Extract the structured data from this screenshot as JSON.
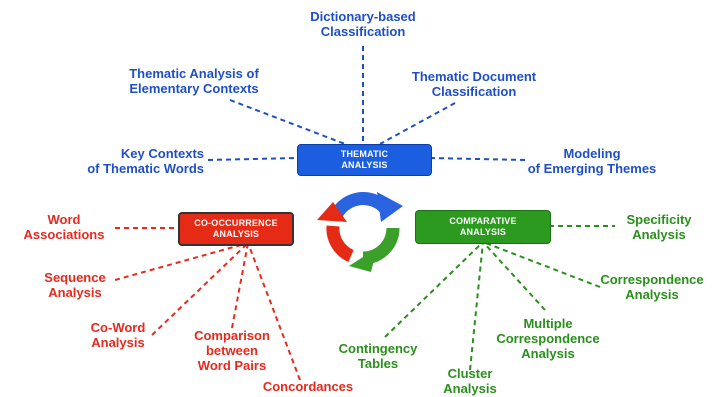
{
  "colors": {
    "thematic": "#1f4fc7",
    "cooccurrence": "#e8291e",
    "comparative": "#2a8f1c"
  },
  "center": {
    "thematic": {
      "line1": "THEMATIC",
      "line2": "ANALYSIS"
    },
    "cooccurrence": {
      "line1": "CO-OCCURRENCE",
      "line2": "ANALYSIS"
    },
    "comparative": {
      "line1": "COMPARATIVE",
      "line2": "ANALYSIS"
    }
  },
  "thematic_items": {
    "dictionary": {
      "line1": "Dictionary-based",
      "line2": "Classification"
    },
    "elementary": {
      "line1": "Thematic Analysis of",
      "line2": "Elementary Contexts"
    },
    "document": {
      "line1": "Thematic Document",
      "line2": "Classification"
    },
    "key_contexts": {
      "line1": "Key Contexts",
      "line2": "of Thematic Words"
    },
    "modeling": {
      "line1": "Modeling",
      "line2": "of Emerging Themes"
    }
  },
  "cooccurrence_items": {
    "word_assoc": {
      "line1": "Word",
      "line2": "Associations"
    },
    "sequence": {
      "line1": "Sequence",
      "line2": "Analysis"
    },
    "coword": {
      "line1": "Co-Word",
      "line2": "Analysis"
    },
    "comparison": {
      "line1": "Comparison",
      "line2": "between",
      "line3": "Word Pairs"
    },
    "concordances": {
      "line1": "Concordances"
    }
  },
  "comparative_items": {
    "specificity": {
      "line1": "Specificity",
      "line2": "Analysis"
    },
    "correspondence": {
      "line1": "Correspondence",
      "line2": "Analysis"
    },
    "multiple": {
      "line1": "Multiple",
      "line2": "Correspondence",
      "line3": "Analysis"
    },
    "contingency": {
      "line1": "Contingency",
      "line2": "Tables"
    },
    "cluster": {
      "line1": "Cluster",
      "line2": "Analysis"
    }
  }
}
